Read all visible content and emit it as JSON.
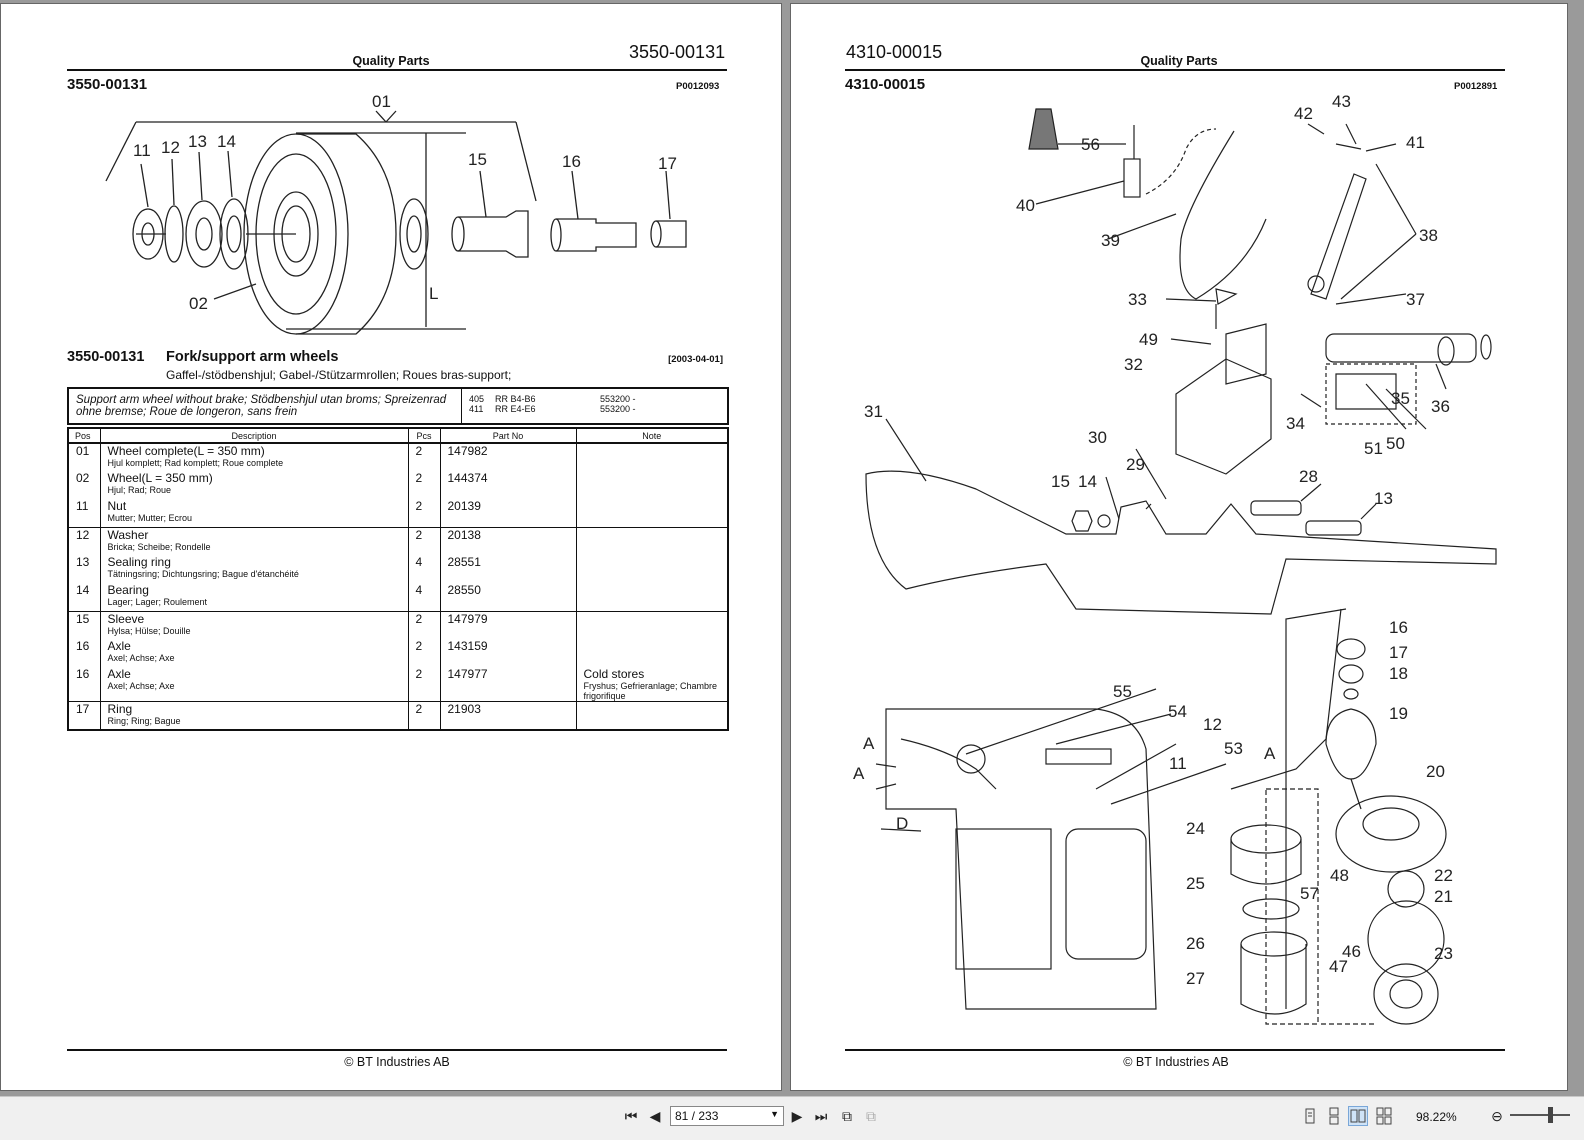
{
  "left_page": {
    "header": {
      "center": "Quality Parts",
      "code_big": "3550-00131",
      "code_bold": "3550-00131",
      "ref": "P0012093"
    },
    "diagram_labels": [
      "01",
      "11",
      "12",
      "13",
      "14",
      "15",
      "16",
      "17",
      "02",
      "L"
    ],
    "section": {
      "code": "3550-00131",
      "title": "Fork/support arm wheels",
      "subtitle": "Gaffel-/stödbenshjul; Gabel-/Stützarmrollen; Roues bras-support;",
      "date": "[2003-04-01]"
    },
    "infobox": {
      "description": "Support arm wheel without brake; Stödbenshjul utan broms; Spreizenrad ohne bremse; Roue de longeron, sans frein",
      "models": [
        {
          "model": "405",
          "range": "RR B4-B6",
          "serial": "553200 -"
        },
        {
          "model": "411",
          "range": "RR E4-E6",
          "serial": "553200 -"
        }
      ]
    },
    "table": {
      "headers": [
        "Pos",
        "Description",
        "Pcs",
        "Part No",
        "Note"
      ],
      "rows": [
        {
          "pos": "01",
          "desc": "Wheel complete(L = 350 mm)",
          "sub": "Hjul komplett; Rad komplett; Roue complete",
          "pcs": "2",
          "part": "147982",
          "note": "",
          "note_sub": "",
          "end": false
        },
        {
          "pos": "02",
          "desc": "Wheel(L = 350 mm)",
          "sub": "Hjul; Rad; Roue",
          "pcs": "2",
          "part": "144374",
          "note": "",
          "note_sub": "",
          "end": false
        },
        {
          "pos": "11",
          "desc": "Nut",
          "sub": "Mutter; Mutter; Ecrou",
          "pcs": "2",
          "part": "20139",
          "note": "",
          "note_sub": "",
          "end": true
        },
        {
          "pos": "12",
          "desc": "Washer",
          "sub": "Bricka; Scheibe; Rondelle",
          "pcs": "2",
          "part": "20138",
          "note": "",
          "note_sub": "",
          "end": false
        },
        {
          "pos": "13",
          "desc": "Sealing ring",
          "sub": "Tätningsring; Dichtungsring; Bague d'étanchéité",
          "pcs": "4",
          "part": "28551",
          "note": "",
          "note_sub": "",
          "end": false
        },
        {
          "pos": "14",
          "desc": "Bearing",
          "sub": "Lager; Lager; Roulement",
          "pcs": "4",
          "part": "28550",
          "note": "",
          "note_sub": "",
          "end": true
        },
        {
          "pos": "15",
          "desc": "Sleeve",
          "sub": "Hylsa; Hülse; Douille",
          "pcs": "2",
          "part": "147979",
          "note": "",
          "note_sub": "",
          "end": false
        },
        {
          "pos": "16",
          "desc": "Axle",
          "sub": "Axel; Achse; Axe",
          "pcs": "2",
          "part": "143159",
          "note": "",
          "note_sub": "",
          "end": false
        },
        {
          "pos": "16",
          "desc": "Axle",
          "sub": "Axel; Achse; Axe",
          "pcs": "2",
          "part": "147977",
          "note": "Cold stores",
          "note_sub": "Fryshus; Gefrieranlage; Chambre frigorifique",
          "end": true
        },
        {
          "pos": "17",
          "desc": "Ring",
          "sub": "Ring; Ring; Bague",
          "pcs": "2",
          "part": "21903",
          "note": "",
          "note_sub": "",
          "end": false
        }
      ]
    },
    "footer": "© BT Industries AB"
  },
  "right_page": {
    "header": {
      "center": "Quality Parts",
      "code_big": "4310-00015",
      "code_bold": "4310-00015",
      "ref": "P0012891"
    },
    "diagram_labels": [
      "56",
      "40",
      "39",
      "42",
      "43",
      "41",
      "38",
      "37",
      "33",
      "49",
      "32",
      "34",
      "35",
      "36",
      "51",
      "50",
      "31",
      "30",
      "29",
      "15",
      "14",
      "28",
      "13",
      "16",
      "17",
      "18",
      "19",
      "20",
      "55",
      "54",
      "12",
      "53",
      "11",
      "A",
      "A",
      "A",
      "D",
      "24",
      "25",
      "57",
      "26",
      "27",
      "48",
      "46",
      "47",
      "22",
      "21",
      "23"
    ],
    "footer": "© BT Industries AB"
  },
  "toolbar": {
    "page_indicator": "81 / 233",
    "zoom": "98.22%"
  }
}
